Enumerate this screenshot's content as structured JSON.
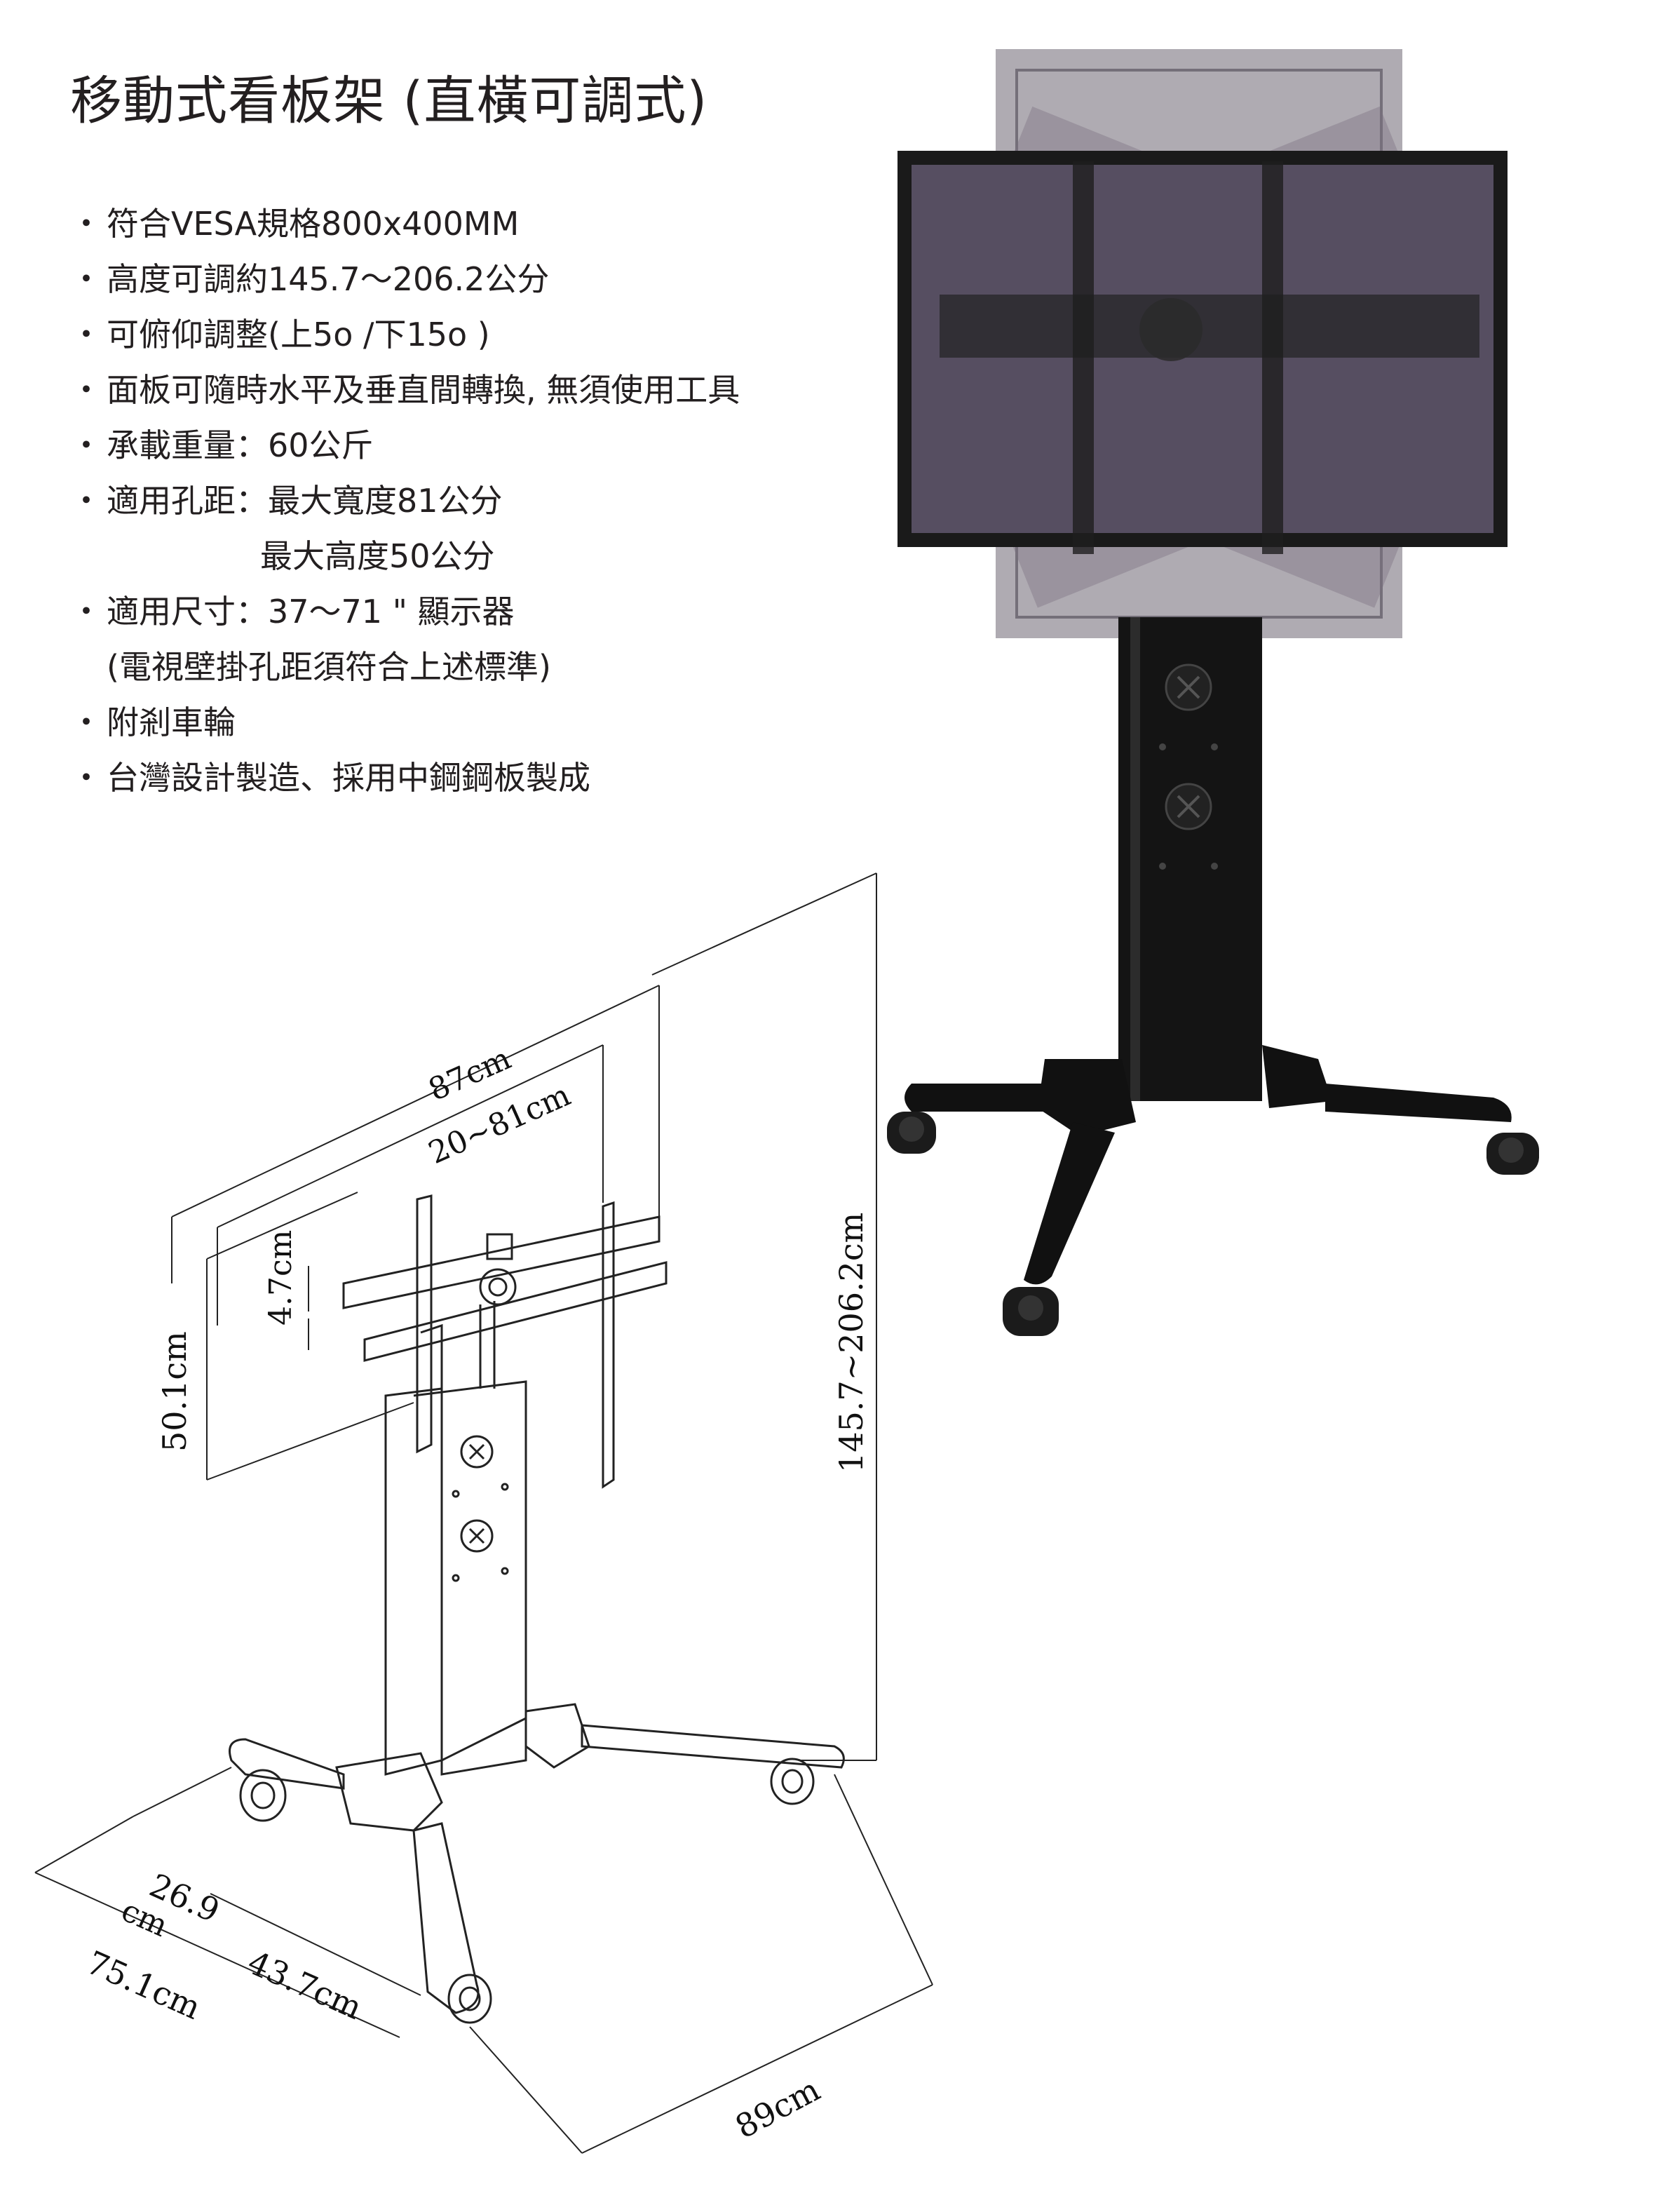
{
  "title": "移動式看板架 (直橫可調式)",
  "features": [
    {
      "text": "符合VESA規格800x400MM",
      "bullet": true
    },
    {
      "text": "高度可調約145.7～206.2公分",
      "bullet": true
    },
    {
      "text": "可俯仰調整(上5o /下15o )",
      "bullet": true
    },
    {
      "text": "面板可隨時水平及垂直間轉換, 無須使用工具",
      "bullet": true
    },
    {
      "text": "承載重量：60公斤",
      "bullet": true
    },
    {
      "text": "適用孔距：最大寬度81公分",
      "bullet": true
    },
    {
      "text": "最大高度50公分",
      "bullet": false,
      "indent": true
    },
    {
      "text": "適用尺寸：37～71 \" 顯示器",
      "bullet": true
    },
    {
      "text": "(電視壁掛孔距須符合上述標準)",
      "bullet": false
    },
    {
      "text": "附剎車輪",
      "bullet": true
    },
    {
      "text": "台灣設計製造、採用中鋼鋼板製成",
      "bullet": true
    }
  ],
  "dimensions": {
    "width_overall": "87cm",
    "hole_width": "20~81cm",
    "offset": "4.7cm",
    "hole_height": "50.1cm",
    "height_range": "145.7~206.2cm",
    "caster_offset": "26.9",
    "caster_offset_unit": "cm",
    "base_depth": "75.1cm",
    "front_leg": "43.7cm",
    "base_width": "89cm"
  },
  "colors": {
    "text": "#231f20",
    "stand_black": "#141414",
    "screen_overlay": "#5b5266"
  }
}
